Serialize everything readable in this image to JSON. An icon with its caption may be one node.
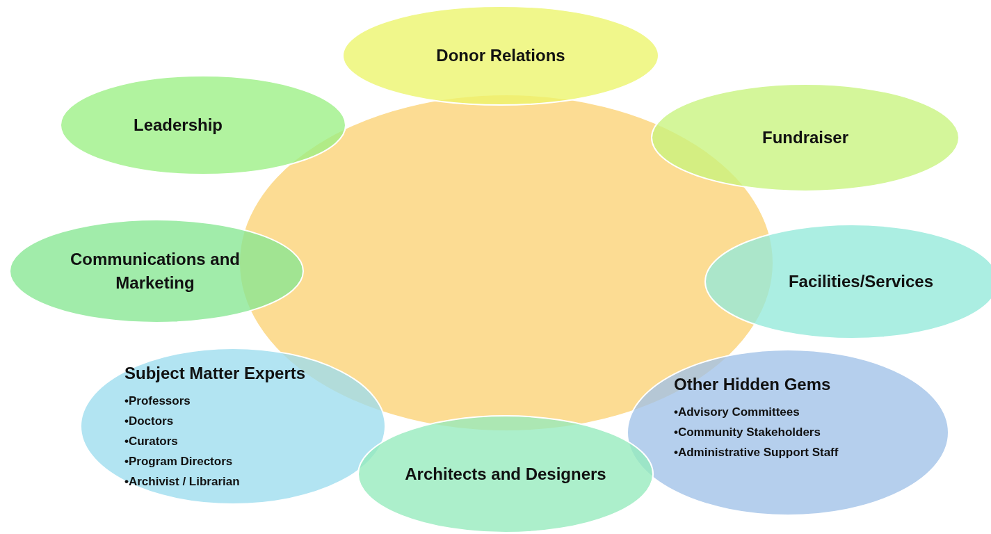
{
  "diagram": {
    "nodes": [
      {
        "text": [],
        "shape": "ellipse"
      },
      {
        "text": [
          "Donor Relations"
        ]
      },
      {
        "text": [
          "Leadership"
        ]
      },
      {
        "text": [
          "Fundraiser"
        ]
      },
      {
        "text": [
          "Communications and Marketing"
        ]
      },
      {
        "text": [
          "Facilities/Services"
        ]
      },
      {
        "text": [
          "Subject Matter Experts",
          "•Professors",
          "•Doctors",
          "•Curators",
          "•Program Directors",
          "•Archivist / Librarian"
        ]
      },
      {
        "text": [
          "Other Hidden Gems",
          "•Advisory Committees",
          "•Community Stakeholders",
          "•Administrative Support Staff"
        ]
      },
      {
        "text": [
          "Architects and Designers"
        ]
      }
    ]
  }
}
